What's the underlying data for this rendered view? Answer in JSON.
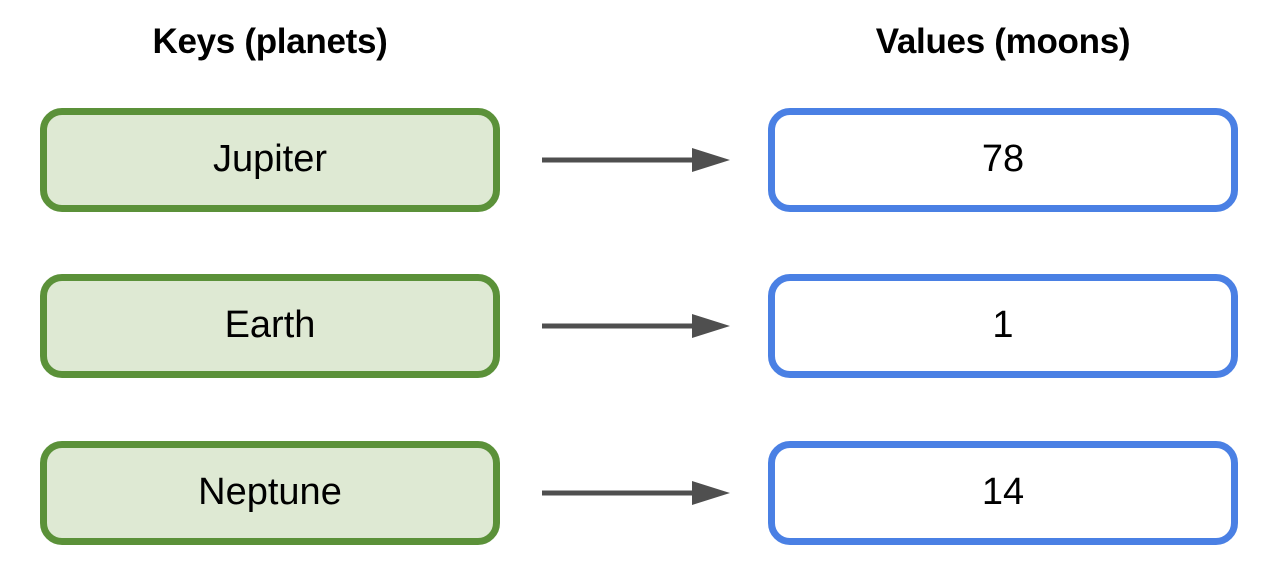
{
  "diagram": {
    "columns": {
      "keys_heading": "Keys (planets)",
      "values_heading": "Values (moons)"
    },
    "colors": {
      "key_border": "#5b9139",
      "key_fill": "#dee9d3",
      "value_border": "#4a80e4",
      "value_fill": "#ffffff",
      "arrow": "#4f4f4f",
      "text": "#000000",
      "background": "#ffffff"
    },
    "rows": [
      {
        "key": "Jupiter",
        "value": "78",
        "arrow": "arrow-right-icon"
      },
      {
        "key": "Earth",
        "value": "1",
        "arrow": "arrow-right-icon"
      },
      {
        "key": "Neptune",
        "value": "14",
        "arrow": "arrow-right-icon"
      }
    ]
  },
  "chart_data": {
    "type": "table",
    "title": "Keys (planets) to Values (moons)",
    "categories": [
      "Jupiter",
      "Earth",
      "Neptune"
    ],
    "values": [
      78,
      1,
      14
    ],
    "xlabel": "Keys (planets)",
    "ylabel": "Values (moons)",
    "legend": []
  }
}
